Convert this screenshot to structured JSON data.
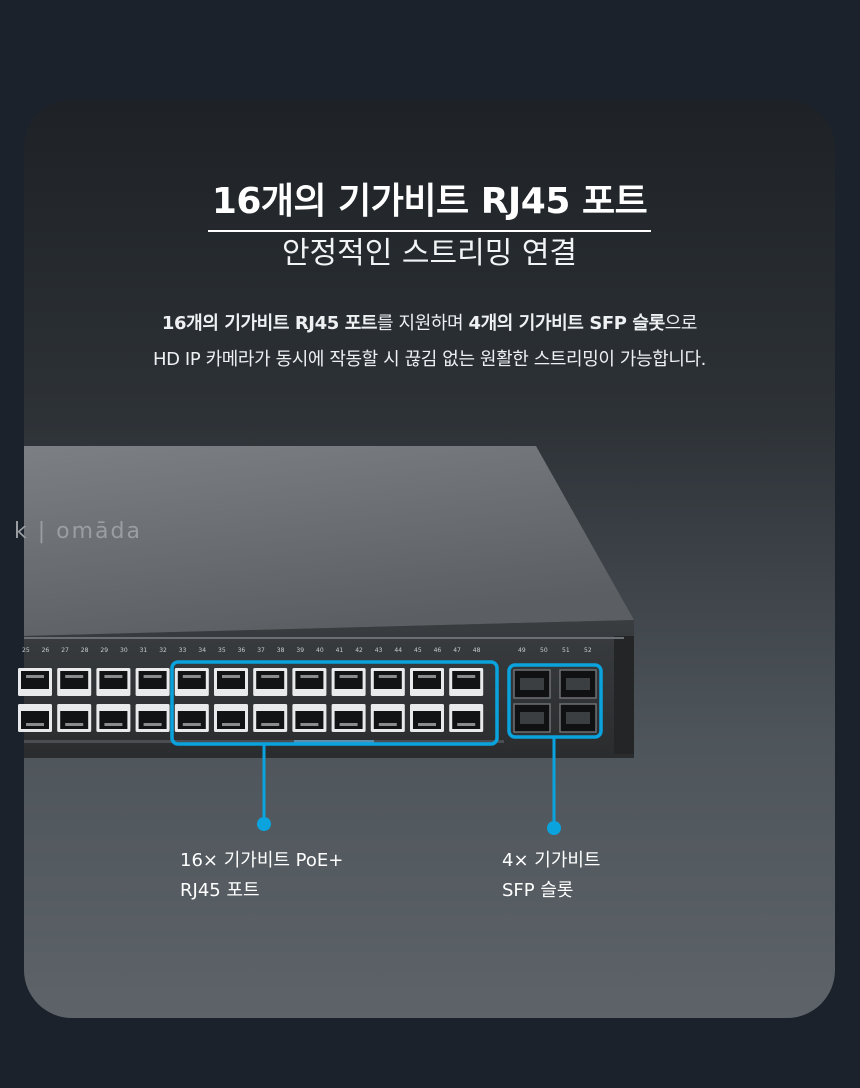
{
  "header": {
    "title": "16개의 기가비트 RJ45 포트",
    "subtitle": "안정적인 스트리밍 연결"
  },
  "description": {
    "line1_bold_a": "16개의 기가비트 RJ45 포트",
    "line1_text_a": "를 지원하며 ",
    "line1_bold_b": "4개의 기가비트 SFP 슬롯",
    "line1_text_b": "으로",
    "line2": "HD IP 카메라가 동시에 작동할 시 끊김 없는 원활한 스트리밍이 가능합니다."
  },
  "device": {
    "brand_text": "k | omāda",
    "port_numbers": [
      "25",
      "26",
      "27",
      "28",
      "29",
      "30",
      "31",
      "32",
      "33",
      "34",
      "35",
      "36",
      "37",
      "38",
      "39",
      "40",
      "41",
      "42",
      "43",
      "44",
      "45",
      "46",
      "47",
      "48"
    ],
    "sfp_numbers": [
      "49",
      "50",
      "51",
      "52"
    ]
  },
  "callouts": {
    "rj45_line1": "16× 기가비트 PoE+",
    "rj45_line2": "RJ45 포트",
    "sfp_line1": "4× 기가비트",
    "sfp_line2": "SFP 슬롯"
  },
  "colors": {
    "highlight": "#0aa3de",
    "background": "#1b222b"
  }
}
